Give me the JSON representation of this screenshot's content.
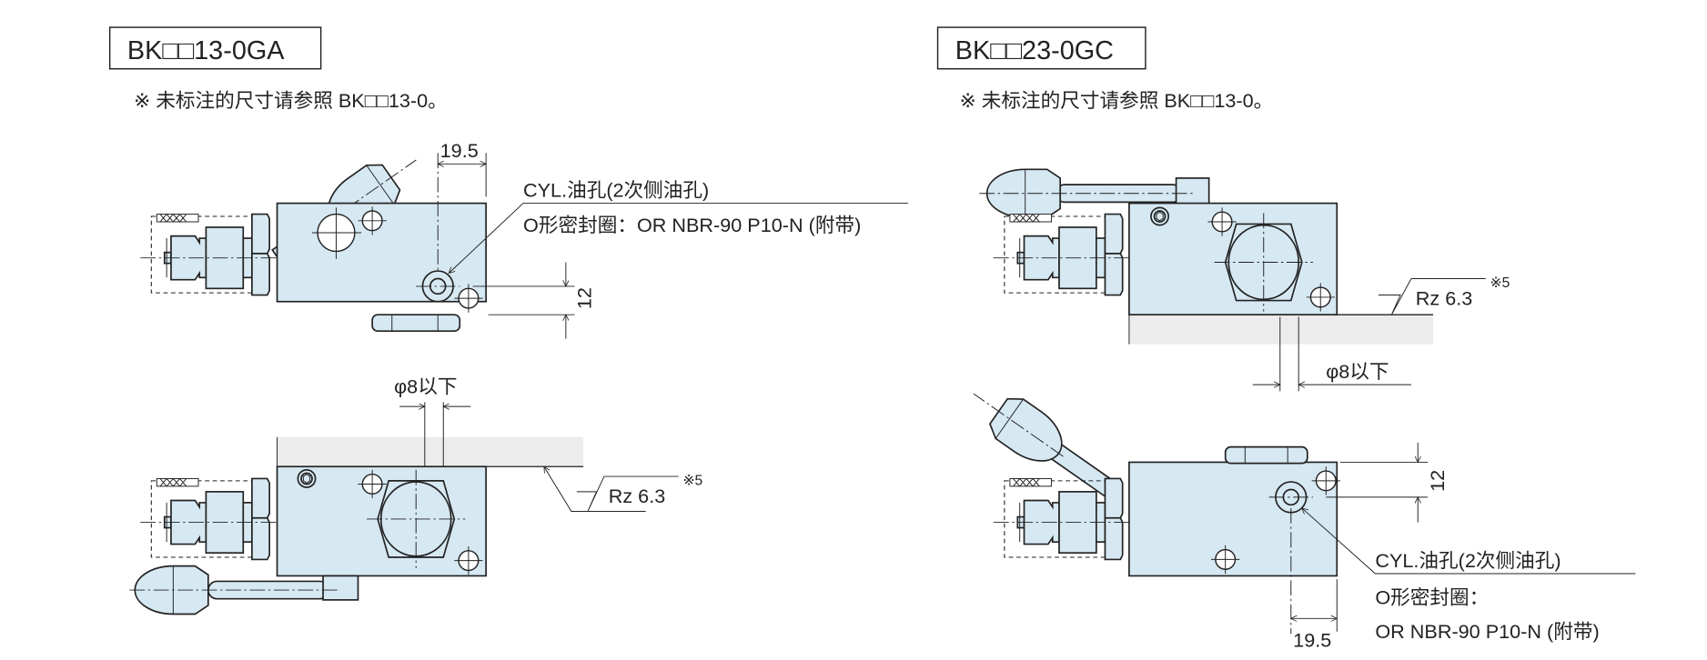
{
  "views": [
    {
      "model": "BK□□13-0GA",
      "note": "※ 未标注的尺寸请参照 BK□□13-0。",
      "top": {
        "dim_width": "19.5",
        "dim_height": "12",
        "port_label": "CYL.油孔(2次侧油孔)",
        "oring_label": "O形密封圈：OR NBR-90 P10-N (附带)"
      },
      "bottom": {
        "hole_dim": "φ8以下",
        "roughness": "Rz 6.3",
        "roughness_note": "※5"
      }
    },
    {
      "model": "BK□□23-0GC",
      "note": "※ 未标注的尺寸请参照 BK□□13-0。",
      "top": {
        "hole_dim": "φ8以下",
        "roughness": "Rz 6.3",
        "roughness_note": "※5"
      },
      "bottom": {
        "dim_width": "19.5",
        "dim_height": "12",
        "port_label": "CYL.油孔(2次侧油孔)",
        "oring_label_1": "O形密封圈：",
        "oring_label_2": "OR NBR-90 P10-N (附带)"
      }
    }
  ],
  "colors": {
    "body": "#d6e8f2",
    "mount_plate": "#ececec",
    "line": "#222222"
  }
}
